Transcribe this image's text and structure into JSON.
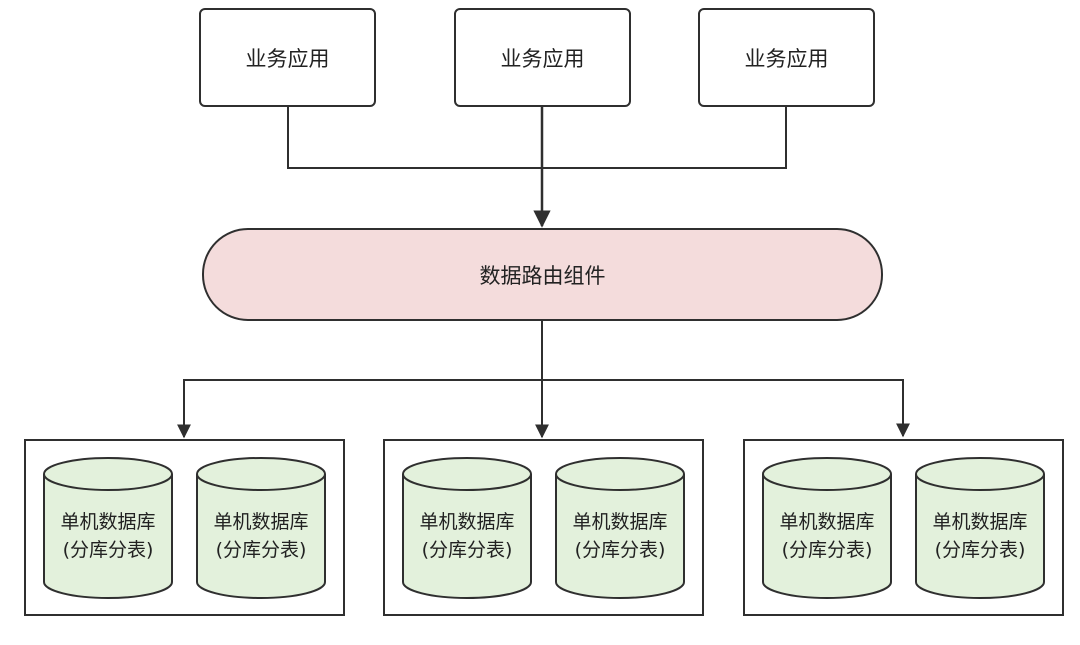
{
  "apps": [
    {
      "label": "业务应用"
    },
    {
      "label": "业务应用"
    },
    {
      "label": "业务应用"
    }
  ],
  "router": {
    "label": "数据路由组件",
    "fill": "#f4dcdc"
  },
  "groups": [
    {
      "databases": [
        {
          "line1": "单机数据库",
          "line2": "(分库分表)"
        },
        {
          "line1": "单机数据库",
          "line2": "(分库分表)"
        }
      ]
    },
    {
      "databases": [
        {
          "line1": "单机数据库",
          "line2": "(分库分表)"
        },
        {
          "line1": "单机数据库",
          "line2": "(分库分表)"
        }
      ]
    },
    {
      "databases": [
        {
          "line1": "单机数据库",
          "line2": "(分库分表)"
        },
        {
          "line1": "单机数据库",
          "line2": "(分库分表)"
        }
      ]
    }
  ],
  "colors": {
    "stroke": "#2f2f2f",
    "db_fill": "#e3f1dc",
    "router_fill": "#f4dcdc"
  }
}
